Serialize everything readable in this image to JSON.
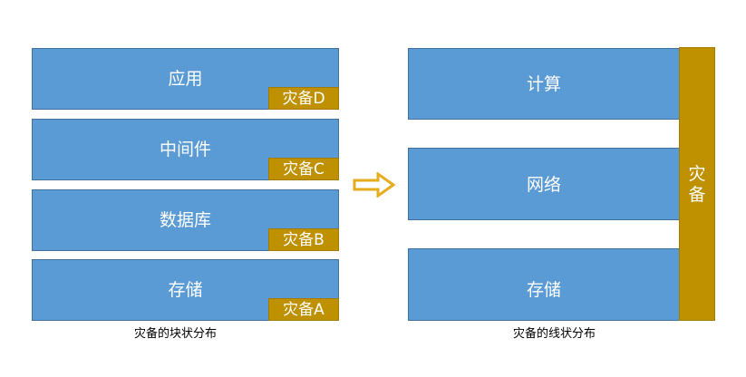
{
  "left_diagram": {
    "layers": [
      {
        "label": "应用",
        "dr_tag": "灾备D"
      },
      {
        "label": "中间件",
        "dr_tag": "灾备C"
      },
      {
        "label": "数据库",
        "dr_tag": "灾备B"
      },
      {
        "label": "存储",
        "dr_tag": "灾备A"
      }
    ],
    "caption": "灾备的块状分布"
  },
  "right_diagram": {
    "layers": [
      {
        "label": "计算"
      },
      {
        "label": "网络"
      },
      {
        "label": "存储"
      }
    ],
    "dr_bar_label": "灾\n备",
    "caption": "灾备的线状分布"
  },
  "colors": {
    "layer_fill": "#5b9bd5",
    "dr_fill": "#bf9000",
    "arrow_stroke": "#e6ac1e"
  },
  "icons": {
    "transition_arrow": "hollow-right-arrow-icon"
  }
}
